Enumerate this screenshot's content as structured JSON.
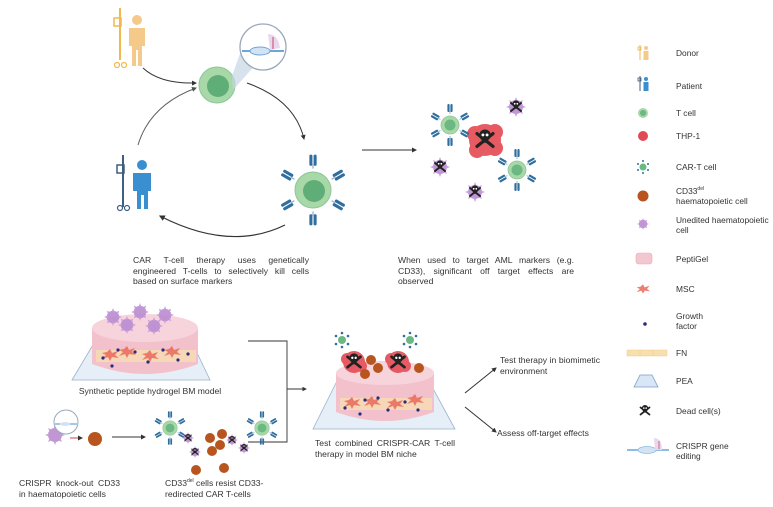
{
  "top_cycle": {
    "caption": "CAR T-cell therapy uses genetically engineered T-cells to selectively kill cells based on surface markers"
  },
  "off_target": {
    "caption": "When used to target AML markers (e.g. CD33), significant off target effects are observed"
  },
  "hydrogel_model": {
    "caption": "Synthetic peptide hydrogel BM model"
  },
  "crispr_knockout": {
    "caption": "CRISPR knock-out CD33 in haematopoietic cells"
  },
  "resist": {
    "caption_prefix": "CD33",
    "caption_sup": "del",
    "caption_rest": " cells resist CD33-redirected CAR T-cells"
  },
  "combined_test": {
    "caption": "Test combined CRISPR-CAR T-cell therapy in model BM niche"
  },
  "outcomes": [
    {
      "label": "Test therapy in biomimetic environment"
    },
    {
      "label": "Assess off-target effects"
    }
  ],
  "legend": {
    "items": [
      {
        "icon": "donor-icon",
        "label": "Donor"
      },
      {
        "icon": "patient-icon",
        "label": "Patient"
      },
      {
        "icon": "t-cell-icon",
        "label": "T cell"
      },
      {
        "icon": "thp1-cell-icon",
        "label": "THP-1"
      },
      {
        "icon": "car-t-cell-icon",
        "label": "CAR-T cell"
      },
      {
        "icon": "cd33del-cell-icon",
        "label_prefix": "CD33",
        "label_sup": "del",
        "label_rest": "haematopoietic cell"
      },
      {
        "icon": "unedited-cell-icon",
        "label": "Unedited haematopoietic cell"
      },
      {
        "icon": "peptigel-icon",
        "label": "PeptiGel"
      },
      {
        "icon": "msc-icon",
        "label": "MSC"
      },
      {
        "icon": "growth-factor-icon",
        "label": "Growth factor"
      },
      {
        "icon": "fn-icon",
        "label": "FN"
      },
      {
        "icon": "pea-icon",
        "label": "PEA"
      },
      {
        "icon": "dead-cell-icon",
        "label": "Dead cell(s)"
      },
      {
        "icon": "crispr-icon",
        "label": "CRISPR gene editing"
      }
    ]
  },
  "colors": {
    "donor": "#f5c26b",
    "patient": "#3a8fd0",
    "t_cell_outer": "#a8d8a8",
    "t_cell_inner": "#5fae78",
    "thp1": "#e0404a",
    "cd33del": "#b8551e",
    "unedited": "#b98bd0",
    "peptigel": "#f4c6d0",
    "msc": "#e8685a",
    "growth_factor": "#2c2a7a",
    "fn": "#f8dfae",
    "pea": "#d8e6f6",
    "receptor": "#2f6e9e",
    "arrow": "#333333"
  }
}
